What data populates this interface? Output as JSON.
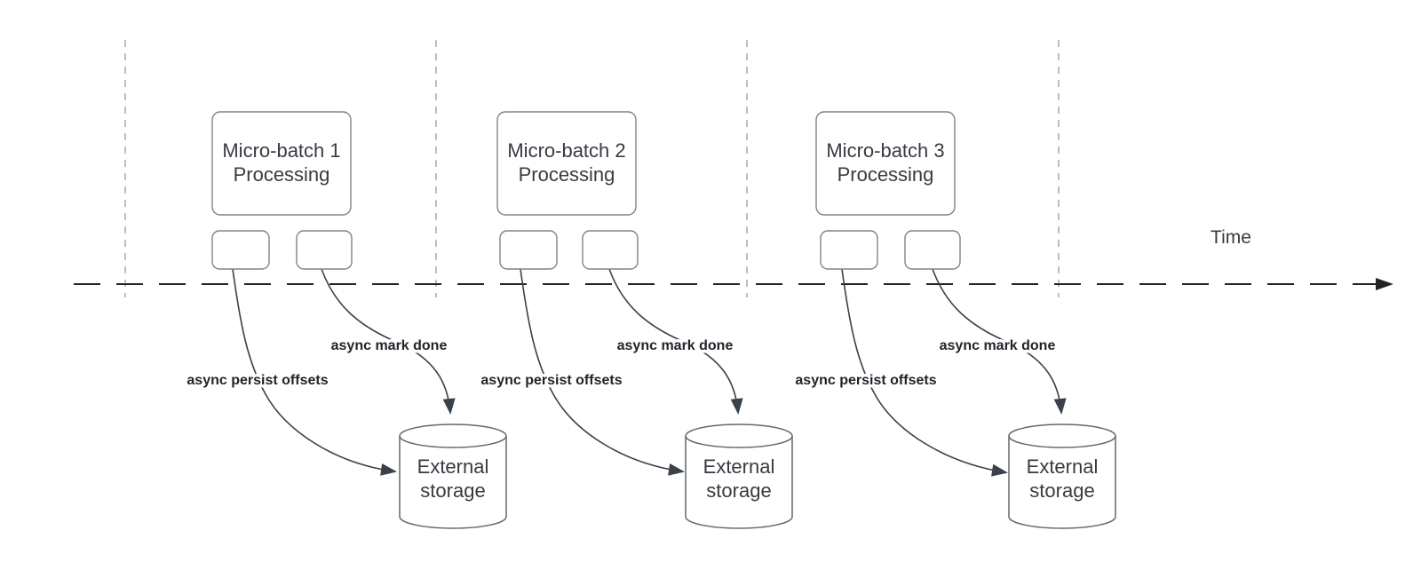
{
  "diagram": {
    "time_label": "Time",
    "groups": [
      {
        "box_title_line1": "Micro-batch 1",
        "box_title_line2": "Processing",
        "persist_label": "async persist offsets",
        "mark_done_label": "async mark done",
        "storage_line1": "External",
        "storage_line2": "storage"
      },
      {
        "box_title_line1": "Micro-batch 2",
        "box_title_line2": "Processing",
        "persist_label": "async persist offsets",
        "mark_done_label": "async mark done",
        "storage_line1": "External",
        "storage_line2": "storage"
      },
      {
        "box_title_line1": "Micro-batch 3",
        "box_title_line2": "Processing",
        "persist_label": "async persist offsets",
        "mark_done_label": "async mark done",
        "storage_line1": "External",
        "storage_line2": "storage"
      }
    ],
    "colors": {
      "arrow": "#3b4149",
      "timeline": "#242424",
      "gridline": "#a9a9a9",
      "box_border": "#828282",
      "cylinder_border": "#63676e",
      "text": "#373b42",
      "label_text": "#21252b",
      "background": "#ffffff"
    }
  }
}
